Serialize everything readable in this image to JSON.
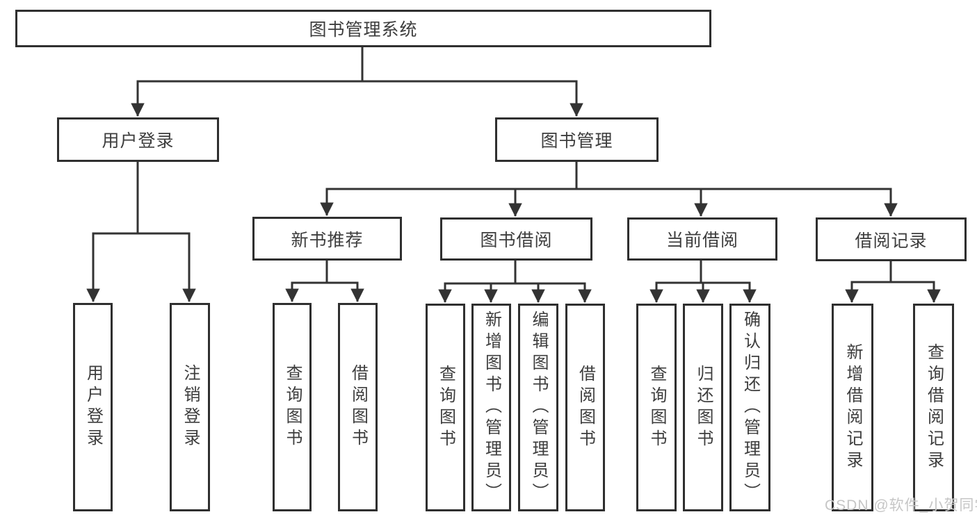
{
  "tree": {
    "label": "图书管理系统",
    "children": [
      {
        "label": "用户登录",
        "children": [
          {
            "label": "用户登录"
          },
          {
            "label": "注销登录"
          }
        ]
      },
      {
        "label": "图书管理",
        "children": [
          {
            "label": "新书推荐",
            "children": [
              {
                "label": "查询图书"
              },
              {
                "label": "借阅图书"
              }
            ]
          },
          {
            "label": "图书借阅",
            "children": [
              {
                "label": "查询图书"
              },
              {
                "label": "新增图书（管理员）"
              },
              {
                "label": "编辑图书（管理员）"
              },
              {
                "label": "借阅图书"
              }
            ]
          },
          {
            "label": "当前借阅",
            "children": [
              {
                "label": "查询图书"
              },
              {
                "label": "归还图书"
              },
              {
                "label": "确认归还（管理员）"
              }
            ]
          },
          {
            "label": "借阅记录",
            "children": [
              {
                "label": "新增借阅记录"
              },
              {
                "label": "查询借阅记录"
              }
            ]
          }
        ]
      }
    ]
  },
  "watermark": "CSDN @软件_小贺同学",
  "colors": {
    "line": "#333333",
    "box_border": "#2f2f2f",
    "text": "#3d3d3d",
    "watermark": "#c6c6c6",
    "background": "#ffffff"
  }
}
